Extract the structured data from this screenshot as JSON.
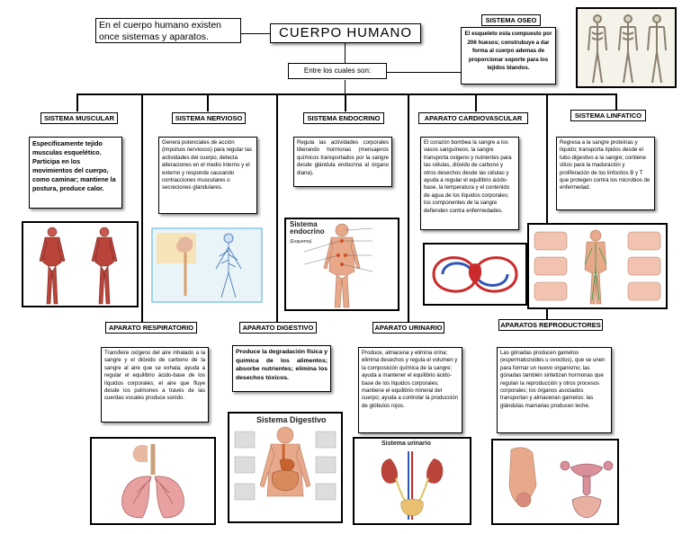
{
  "intro": "En el cuerpo humano existen once  sistemas y aparatos.",
  "title": "CUERPO HUMANO",
  "subtitle": "Entre los cuales son:",
  "oseo": {
    "label": "SISTEMA OSEO",
    "text": "El esqueleto esta compuesto por 206 huesos; construbuye a dar forma al cuerpo ademas de proporcionar soporte para los tejidos blandos."
  },
  "top_systems": [
    {
      "label": "SISTEMA MUSCULAR",
      "text": "Específicamente tejido musculas esquelético. Participa en los movimientos del cuerpo, como caminar; mantiene la postura, produce calor."
    },
    {
      "label": "SISTEMA NERVIOSO",
      "text": "Genera potenciales de acción (impulsos nerviosos) para regular  las actividades del cuerpo, detecta alteraciones en el medio interno y el externo y responde causando contracciones musculares o secreciones glandulares."
    },
    {
      "label": "SISTEMA ENDOCRINO",
      "text": "Regula las actividades corporales liberando hormonas (mensajeros químicos transportados por la sangre desde glándula endocrina al órgano diana)."
    },
    {
      "label": "APARATO CARDIOVASCULAR",
      "text": "El corazón bombea la sangre a los vasos sanguíneos; la sangre transporta oxigeno y nutrientes para las células, dióxido de carbono y otros desechos desde las células y ayuda a regular el equilibrio ácido-base, la temperatura y el contenido de agua de los líquidos corporales; los componentes de la sangre defienden contra enfermedades."
    },
    {
      "label": "SISTEMA LINFATICO",
      "text": "Regresa a la sangre proteínas y líquido; transporta lípidos desde el tubo digestivo a la sangre; contiene sitios para la maduración y proliferación de los linfocitos B y T que protegen contra los microbios de enfermedad."
    }
  ],
  "bottom_systems": [
    {
      "label": "APARATO RESPIRATORIO",
      "text": "Transfiere oxígeno del aire inhalado a la sangre y el dióxido de carbono de la sangre al aire que se exhala; ayuda a regular el equilibrio ácido-base de los líquidos corporales; el aire que fluye desde los pulmones a través de las cuerdas vocales produce sonido."
    },
    {
      "label": "APARATO DIGESTIVO",
      "text": "Produce la degradación física y química de los alimentos; absorbe nutrientes; elimina los desechos tóxicos."
    },
    {
      "label": "APARATO URINARIO",
      "text": "Produce, almacena y elimina orina; elimina desechos y regula el volumen y la composición química de la sangre; ayuda a mantener el equilibrio ácido-base de los líquidos corporales; mantiene el equilibrio mineral del cuerpo; ayuda a controlar la producción de glóbulos rojos."
    },
    {
      "label": "APARATOS REPRODUCTORES",
      "text": "Las gónadas producen gametos (espermatozoides u ovocitos), que se unen para formar un nuevo organismo; las gónadas también sintetizan hormonas que regulan la reproducción y otros procesos corporales; los órganos asociados transportan y almacenan gametos: las glándulas mamarias producen leche."
    }
  ],
  "images": {
    "endocrino_title": "Sistema endocrino",
    "endocrino_sub": "(Esquema)",
    "digestivo_title": "Sistema Digestivo",
    "urinario_title": "Sistema urinario"
  },
  "colors": {
    "skin": "#e7a98a",
    "muscle": "#b8443a",
    "bone": "#d9d4c3",
    "vessel_red": "#cc2a2a",
    "vessel_blue": "#2f55b5"
  }
}
